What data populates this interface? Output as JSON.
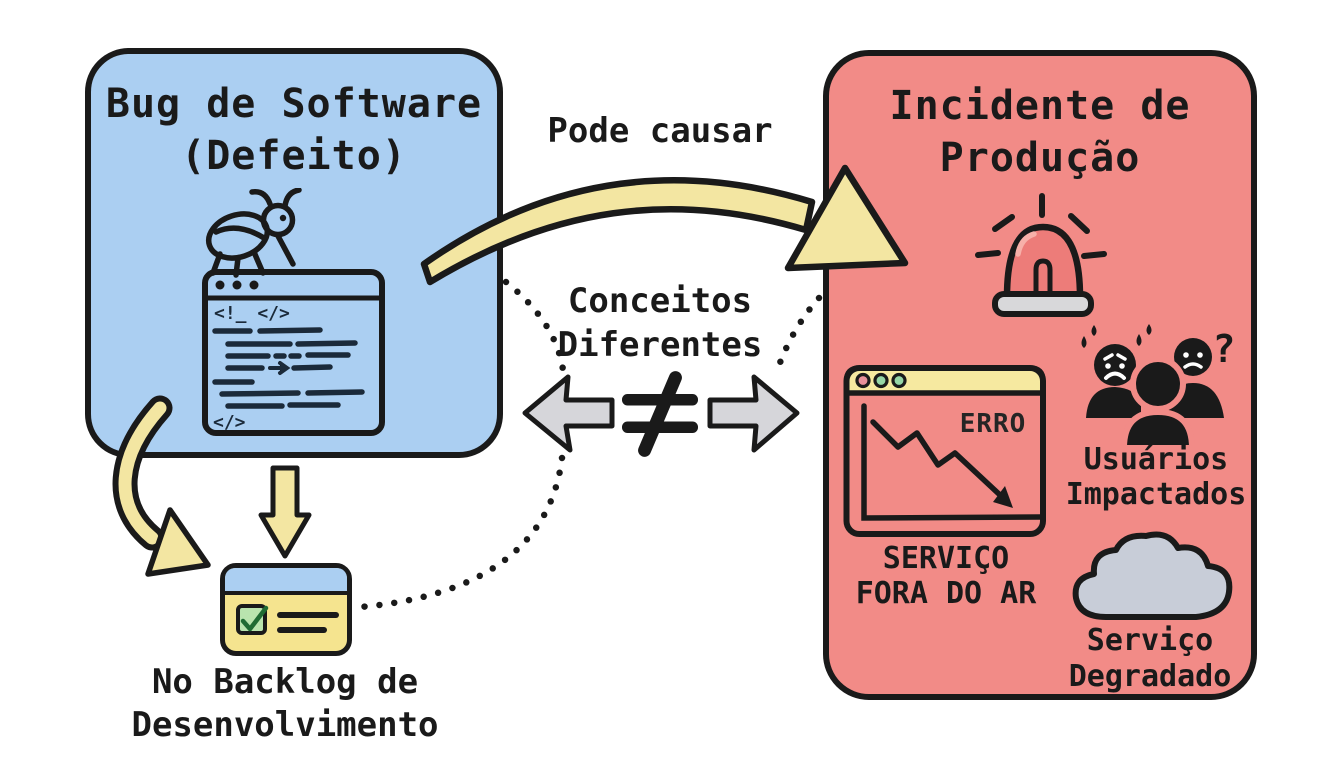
{
  "palette": {
    "paper": "#ffffff",
    "ink": "#1a1a1a",
    "code-ink": "#1b2a3a",
    "blue-box": "#abcff2",
    "red-box": "#f28b87",
    "arrow-yellow": "#f3e6a2",
    "arrow-gray": "#d6d6da",
    "titlebar-yellow": "#f6e9a0",
    "card-yellow": "#f5e48f",
    "checkbox-green": "#b9e4ae",
    "check-stroke": "#1f6b33",
    "siren-red": "#ed7c79",
    "siren-highlight": "#f7b0a9",
    "base-gray": "#d8d8da",
    "cloud-gray": "#c8cdd8",
    "dot-red": "#e8909a",
    "dot-green": "#96d6a6"
  },
  "left_box": {
    "title": "Bug de Software\n(Defeito)",
    "code_header_tag": "<!_ </>",
    "code_footer_tag": "</>"
  },
  "connector": {
    "label": "Pode causar"
  },
  "difference": {
    "label": "Conceitos\nDiferentes",
    "symbol": "≠"
  },
  "right_box": {
    "title": "Incidente de\nProdução",
    "error_label": "ERRO",
    "service_down_label": "SERVIÇO\nFORA DO AR",
    "users_label": "Usuários\nImpactados",
    "users_question_mark": "?",
    "degraded_label": "Serviço\nDegradado"
  },
  "backlog": {
    "label": "No Backlog de\nDesenvolvimento"
  }
}
